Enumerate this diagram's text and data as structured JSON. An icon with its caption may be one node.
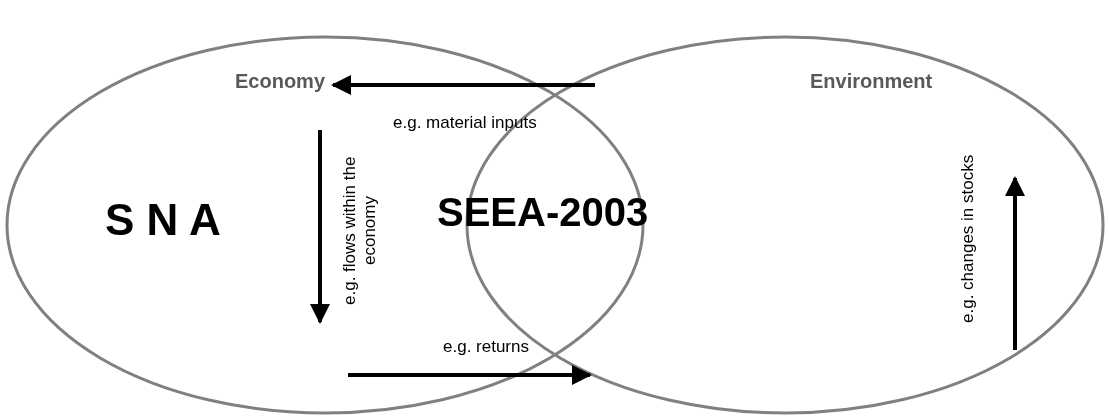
{
  "diagram": {
    "nodes": [
      {
        "text": [
          "Economy",
          "S N A"
        ]
      },
      {
        "text": [
          "Environment"
        ]
      }
    ],
    "edges": [
      {
        "from": 1,
        "to": 0,
        "arrow": "to",
        "label": "e.g. material inputs"
      },
      {
        "from": 0,
        "to": 1,
        "arrow": "to",
        "label": "e.g. returns"
      }
    ],
    "labels": [
      "SEEA-2003",
      "e.g. flows within the economy",
      "e.g. changes in stocks"
    ]
  }
}
